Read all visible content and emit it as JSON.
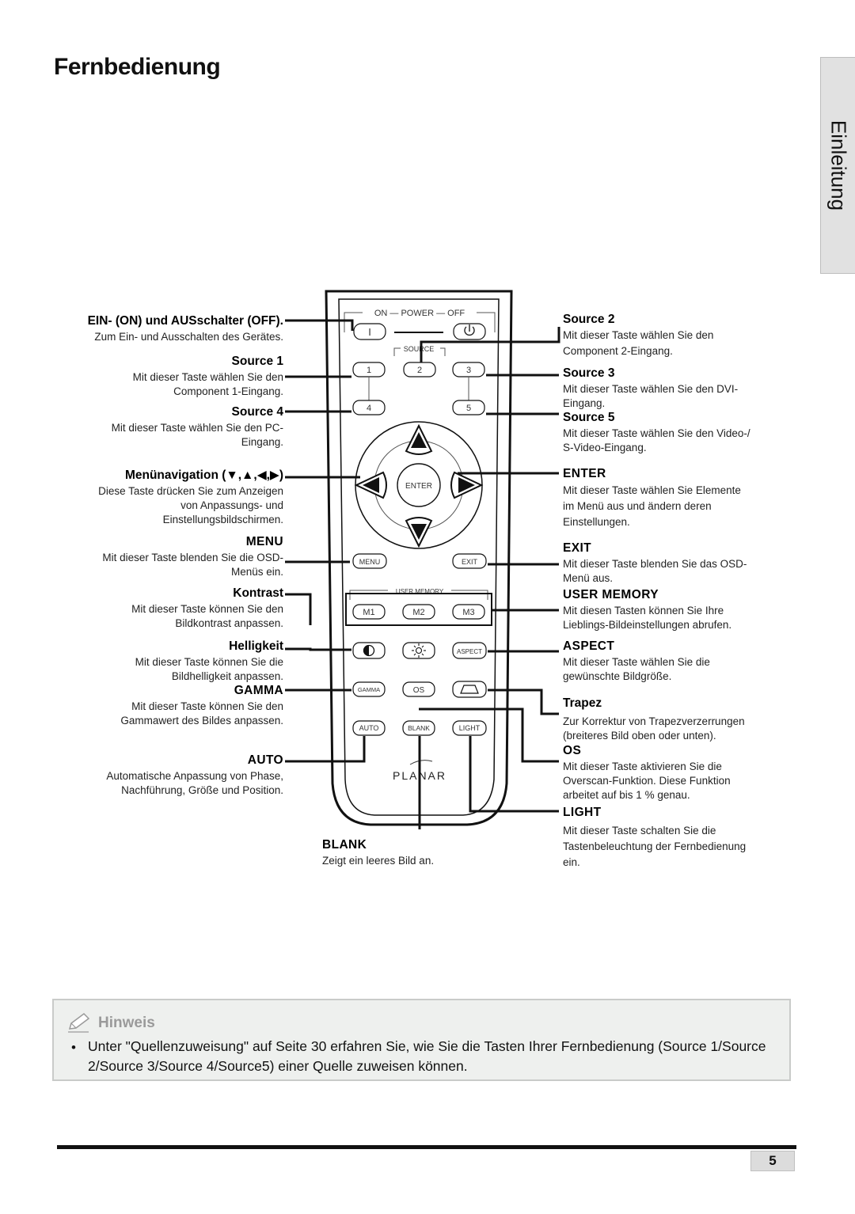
{
  "page": {
    "title": "Fernbedienung",
    "side_tab": "Einleitung",
    "page_number": "5"
  },
  "remote": {
    "power_group": "ON — POWER — OFF",
    "on_btn": "I",
    "source_group": "SOURCE",
    "src1": "1",
    "src2": "2",
    "src3": "3",
    "src4": "4",
    "src5": "5",
    "enter_btn": "ENTER",
    "menu_btn": "MENU",
    "exit_btn": "EXIT",
    "user_memory_group": "USER MEMORY",
    "m1": "M1",
    "m2": "M2",
    "m3": "M3",
    "aspect_btn": "ASPECT",
    "gamma_btn": "GAMMA",
    "os_btn": "OS",
    "auto_btn": "AUTO",
    "blank_btn": "BLANK",
    "light_btn": "LIGHT",
    "brand": "PLANAR"
  },
  "left_callouts": {
    "power": {
      "title": "EIN- (ON) und AUSschalter (OFF).",
      "lines": [
        "Zum Ein- und Ausschalten des Gerätes."
      ]
    },
    "source1": {
      "title": "Source 1",
      "lines": [
        "Mit dieser Taste wählen Sie den",
        "Component 1-Eingang."
      ]
    },
    "source4": {
      "title": "Source 4",
      "lines": [
        "Mit dieser Taste wählen Sie den PC-",
        "Eingang."
      ]
    },
    "nav": {
      "title": "Menünavigation (▼,▲,◀,▶)",
      "lines": [
        "Diese Taste drücken Sie zum Anzeigen",
        "von Anpassungs- und",
        "Einstellungsbildschirmen."
      ]
    },
    "menu": {
      "title": "MENU",
      "lines": [
        "Mit dieser Taste blenden Sie die OSD-",
        "Menüs ein."
      ]
    },
    "contrast": {
      "title": "Kontrast",
      "lines": [
        "Mit dieser Taste können Sie den",
        "Bildkontrast anpassen."
      ]
    },
    "brightness": {
      "title": "Helligkeit",
      "lines": [
        "Mit dieser Taste können Sie die",
        "Bildhelligkeit anpassen."
      ]
    },
    "gamma": {
      "title": "GAMMA",
      "lines": [
        "Mit dieser Taste können Sie den",
        "Gammawert des Bildes anpassen."
      ]
    },
    "auto": {
      "title": "AUTO",
      "lines": [
        "Automatische Anpassung von Phase,",
        "Nachführung, Größe und Position."
      ]
    }
  },
  "right_callouts": {
    "source2": {
      "title": "Source 2",
      "lines": [
        "Mit dieser Taste wählen Sie den",
        "Component 2-Eingang."
      ]
    },
    "source3": {
      "title": "Source 3",
      "lines": [
        "Mit dieser Taste wählen Sie den DVI-",
        "Eingang."
      ]
    },
    "source5": {
      "title": "Source 5",
      "lines": [
        "Mit dieser Taste wählen Sie den Video-/",
        "S-Video-Eingang."
      ]
    },
    "enter": {
      "title": "ENTER",
      "lines": [
        "Mit dieser Taste wählen Sie Elemente",
        "im Menü aus und ändern deren",
        "Einstellungen."
      ]
    },
    "exit": {
      "title": "EXIT",
      "lines": [
        "Mit dieser Taste blenden Sie das OSD-",
        "Menü aus."
      ]
    },
    "user_memory": {
      "title": "USER MEMORY",
      "lines": [
        "Mit diesen Tasten können Sie Ihre",
        "Lieblings-Bildeinstellungen abrufen."
      ]
    },
    "aspect": {
      "title": "ASPECT",
      "lines": [
        "Mit dieser Taste wählen Sie die",
        "gewünschte Bildgröße."
      ]
    },
    "trapez": {
      "title": "Trapez",
      "lines": [
        "Zur Korrektur von Trapezverzerrungen",
        "(breiteres Bild oben oder unten)."
      ]
    },
    "os": {
      "title": "OS",
      "lines": [
        "Mit dieser Taste aktivieren Sie die",
        "Overscan-Funktion. Diese Funktion",
        "arbeitet auf bis 1 % genau."
      ]
    },
    "light": {
      "title": "LIGHT",
      "lines": [
        "Mit dieser Taste schalten Sie die",
        "Tastenbeleuchtung der Fernbedienung",
        "ein."
      ]
    }
  },
  "bottom_callouts": {
    "blank": {
      "title": "BLANK",
      "lines": [
        "Zeigt ein leeres Bild an."
      ]
    }
  },
  "note": {
    "title": "Hinweis",
    "bullet": "•",
    "text": "Unter \"Quellenzuweisung\" auf Seite 30 erfahren Sie, wie Sie die Tasten Ihrer Fernbedienung (Source 1/Source 2/Source 3/Source 4/Source5) einer Quelle zuweisen können."
  },
  "icons": [
    "power-icon",
    "contrast-icon",
    "brightness-icon",
    "keystone-icon",
    "arrow-up-icon",
    "arrow-down-icon",
    "arrow-left-icon",
    "arrow-right-icon",
    "pencil-icon"
  ]
}
